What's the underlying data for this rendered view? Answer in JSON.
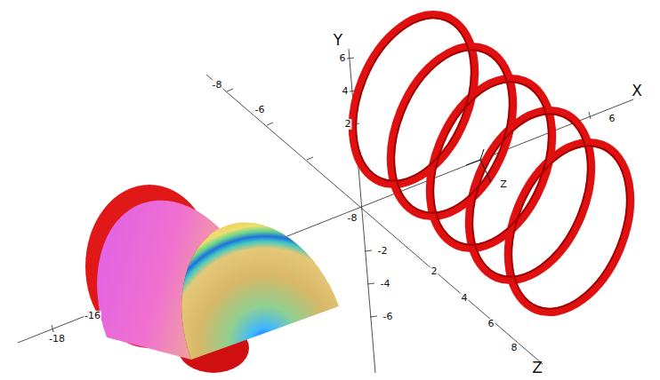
{
  "diagram": {
    "labels": [
      "Y",
      "6",
      "4",
      "2",
      "-2",
      "-4",
      "-6",
      "X",
      "-8",
      "-6",
      "6",
      "-8",
      "-16",
      "-18",
      "2",
      "4",
      "6",
      "8",
      "Z",
      "Z"
    ]
  }
}
